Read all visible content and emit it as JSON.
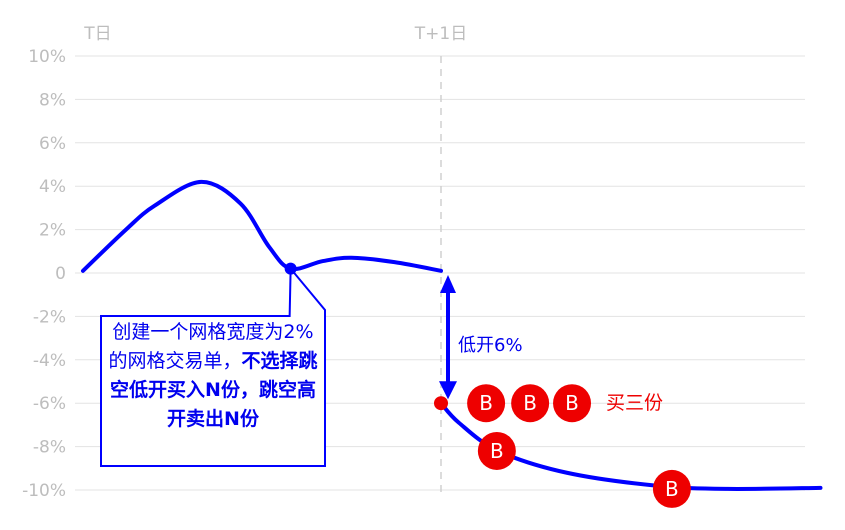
{
  "chart_data": {
    "type": "line",
    "title": "",
    "xlabel": "",
    "ylabel": "",
    "x_tick_labels": [
      "T日",
      "T+1日"
    ],
    "x_ticks": [
      0,
      1
    ],
    "xlim": [
      0,
      2.06
    ],
    "ylim": [
      -10,
      10
    ],
    "y_ticks": [
      10,
      8,
      6,
      4,
      2,
      0,
      -2,
      -4,
      -6,
      -8,
      -10
    ],
    "y_tick_labels": [
      "10%",
      "8%",
      "6%",
      "4%",
      "2%",
      "0",
      "-2%",
      "-4%",
      "-6%",
      "-8%",
      "-10%"
    ],
    "grid": true,
    "line_color": "#0000ff",
    "marker_color": "#ee0000",
    "series": [
      {
        "name": "T日",
        "points": [
          [
            0,
            0.1
          ],
          [
            0.12,
            2.0
          ],
          [
            0.2,
            3.1
          ],
          [
            0.33,
            4.2
          ],
          [
            0.44,
            3.2
          ],
          [
            0.52,
            1.2
          ],
          [
            0.58,
            0.2
          ],
          [
            0.67,
            0.55
          ],
          [
            0.75,
            0.7
          ],
          [
            0.87,
            0.5
          ],
          [
            1.0,
            0.1
          ]
        ]
      },
      {
        "name": "T+1日",
        "points": [
          [
            1.0,
            -6.0
          ],
          [
            1.05,
            -6.9
          ],
          [
            1.16,
            -8.2
          ],
          [
            1.35,
            -9.2
          ],
          [
            1.6,
            -9.8
          ],
          [
            1.8,
            -9.95
          ],
          [
            2.06,
            -9.9
          ]
        ]
      }
    ],
    "grid_point": {
      "x": 0.58,
      "y": 0.2
    },
    "open_point": {
      "x": 1.0,
      "y": -6.0
    },
    "buy_markers": [
      {
        "label": "B",
        "x": 1.126,
        "y": -6.0
      },
      {
        "label": "B",
        "x": 1.249,
        "y": -6.0
      },
      {
        "label": "B",
        "x": 1.366,
        "y": -6.0
      },
      {
        "label": "B",
        "x": 1.156,
        "y": -8.2
      },
      {
        "label": "B",
        "x": 1.645,
        "y": -9.95
      }
    ],
    "annotations": {
      "gap_arrow": {
        "x": 1.02,
        "from": 0,
        "to": -6,
        "label": "低开6%"
      },
      "buy_label": "买三份",
      "callout": {
        "normal": "创建一个网格宽度为2%的网格交易单，",
        "bold": "不选择跳空低开买入N份，跳空高开卖出N份"
      }
    }
  }
}
